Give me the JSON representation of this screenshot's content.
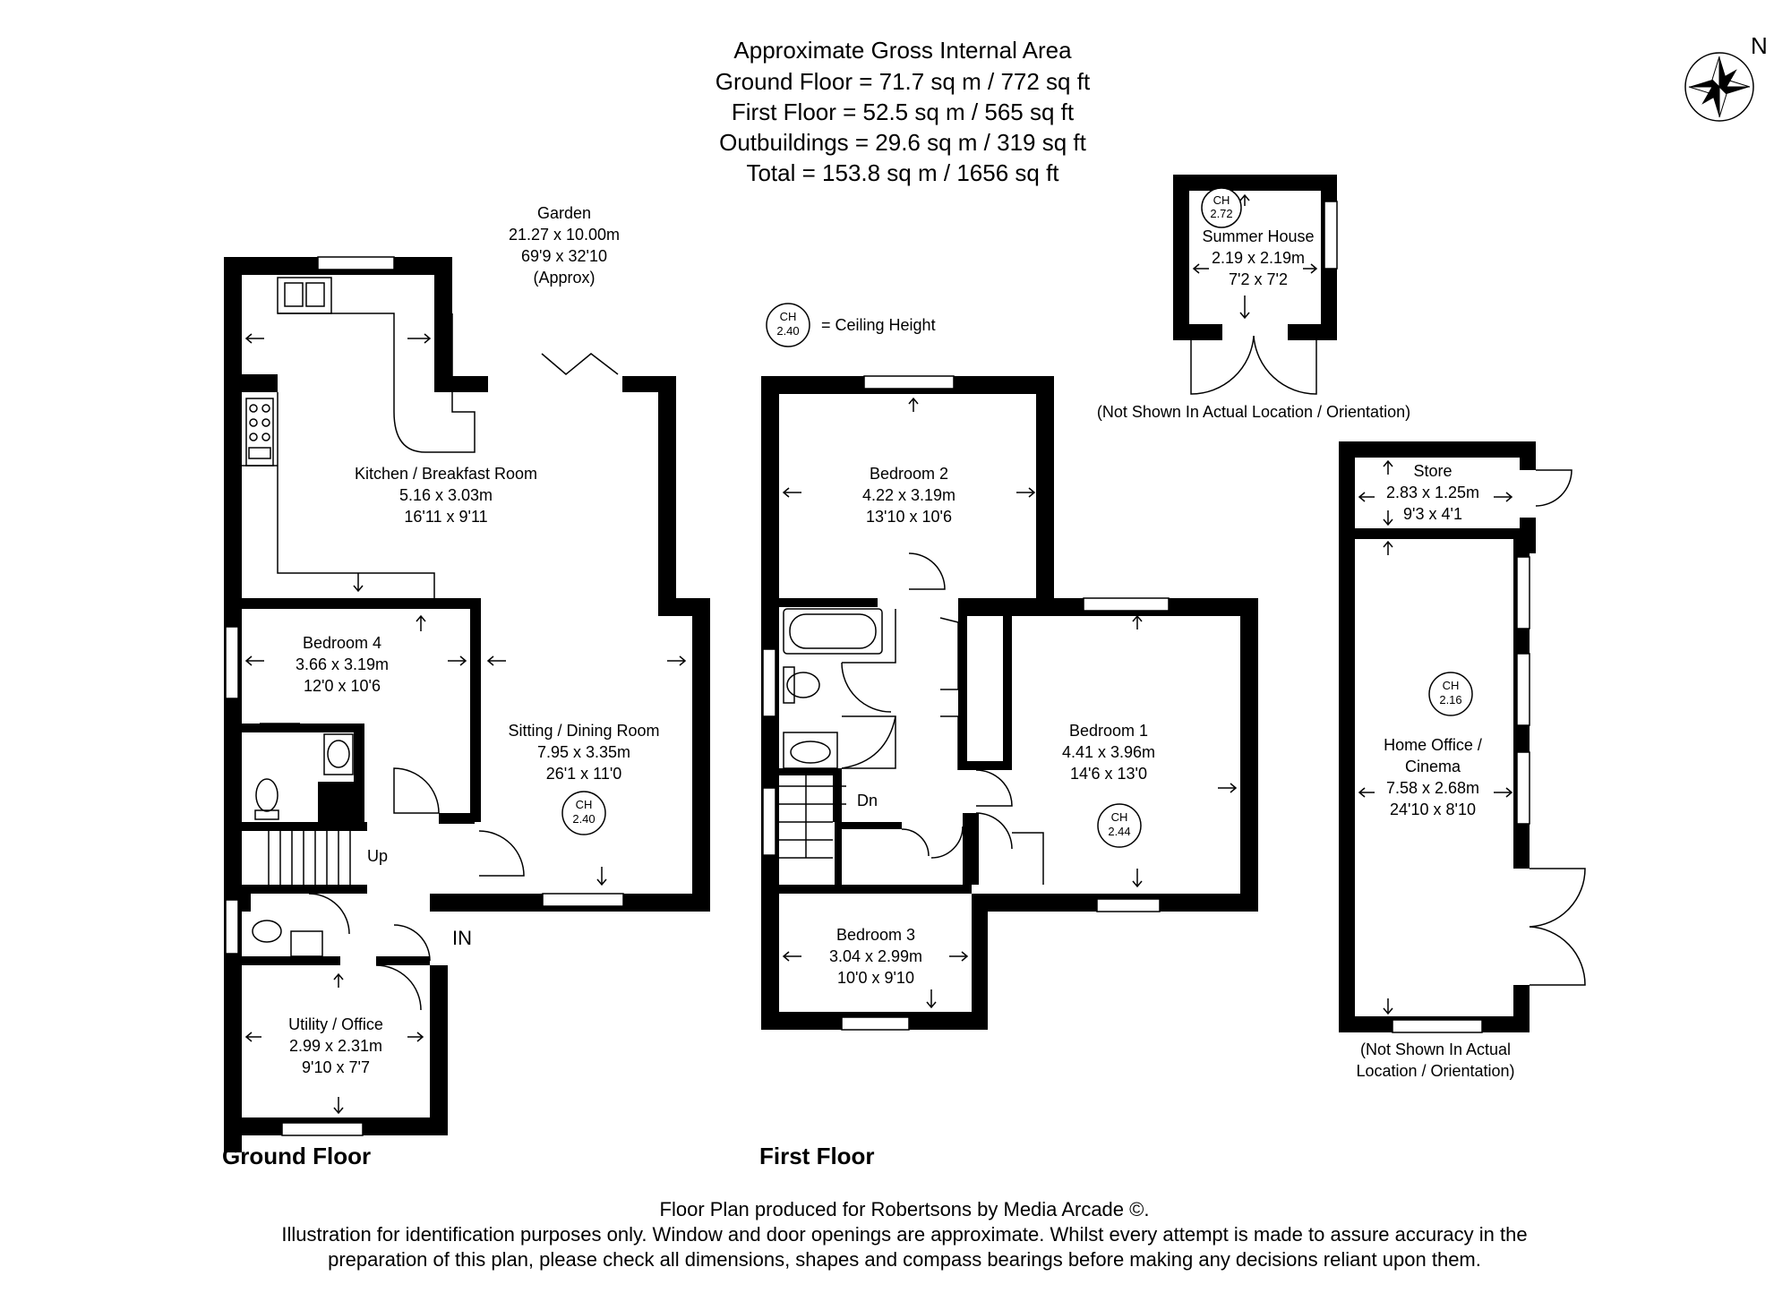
{
  "area_summary": {
    "heading": "Approximate Gross Internal Area",
    "lines": [
      "Ground Floor = 71.7 sq m / 772 sq ft",
      "First Floor = 52.5 sq m / 565 sq ft",
      "Outbuildings = 29.6 sq m / 319 sq ft",
      "Total = 153.8 sq m / 1656 sq ft"
    ]
  },
  "compass": {
    "label": "N"
  },
  "legend": {
    "ch": "CH",
    "value": "2.40",
    "text": "= Ceiling Height"
  },
  "garden": {
    "name": "Garden",
    "metric": "21.27 x 10.00m",
    "imperial": "69'9 x 32'10",
    "note": "(Approx)"
  },
  "ground_floor": {
    "title": "Ground Floor",
    "rooms": {
      "kitchen": {
        "name": "Kitchen / Breakfast Room",
        "metric": "5.16 x 3.03m",
        "imperial": "16'11 x 9'11"
      },
      "bedroom4": {
        "name": "Bedroom 4",
        "metric": "3.66 x 3.19m",
        "imperial": "12'0 x 10'6"
      },
      "sitting": {
        "name": "Sitting / Dining Room",
        "metric": "7.95 x 3.35m",
        "imperial": "26'1 x 11'0",
        "ch": "2.40"
      },
      "utility": {
        "name": "Utility / Office",
        "metric": "2.99 x 2.31m",
        "imperial": "9'10 x 7'7"
      }
    },
    "labels": {
      "up": "Up",
      "in": "IN"
    }
  },
  "first_floor": {
    "title": "First Floor",
    "rooms": {
      "bedroom2": {
        "name": "Bedroom 2",
        "metric": "4.22 x 3.19m",
        "imperial": "13'10 x 10'6"
      },
      "bedroom1": {
        "name": "Bedroom 1",
        "metric": "4.41 x 3.96m",
        "imperial": "14'6 x 13'0",
        "ch": "2.44"
      },
      "bedroom3": {
        "name": "Bedroom 3",
        "metric": "3.04 x 2.99m",
        "imperial": "10'0 x 9'10"
      }
    },
    "labels": {
      "dn": "Dn"
    }
  },
  "summer_house": {
    "name": "Summer House",
    "metric": "2.19 x 2.19m",
    "imperial": "7'2 x 7'2",
    "ch": "2.72",
    "note": "(Not Shown In Actual Location / Orientation)"
  },
  "outbuilding": {
    "store": {
      "name": "Store",
      "metric": "2.83 x 1.25m",
      "imperial": "9'3 x 4'1"
    },
    "office": {
      "name_line1": "Home Office /",
      "name_line2": "Cinema",
      "metric": "7.58 x 2.68m",
      "imperial": "24'10 x 8'10",
      "ch": "2.16"
    },
    "note_line1": "(Not Shown In Actual",
    "note_line2": "Location / Orientation)"
  },
  "footer": {
    "line1": "Floor Plan produced for Robertsons by Media Arcade ©.",
    "line2": "Illustration for identification purposes only. Window and door openings are approximate. Whilst every attempt is made to assure accuracy in the",
    "line3": "preparation of this plan, please check all dimensions, shapes and compass bearings before making any decisions reliant upon them."
  }
}
